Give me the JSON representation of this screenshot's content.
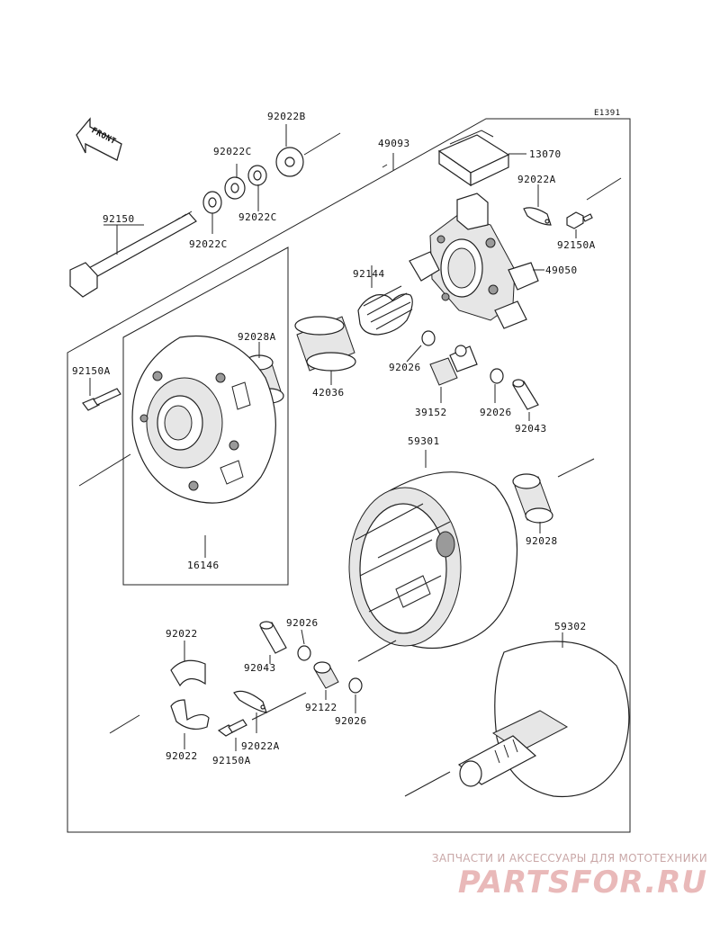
{
  "diagram_code": "E1391",
  "front_label": "FRONT",
  "part_numbers": {
    "p92022B": "92022B",
    "p92022C_top": "92022C",
    "p92022C_mid": "92022C",
    "p92022C_low": "92022C",
    "p92150": "92150",
    "p49093": "49093",
    "p13070": "13070",
    "p92022A_top": "92022A",
    "p92150A_top": "92150A",
    "p49050": "49050",
    "p92144": "92144",
    "p92028A": "92028A",
    "p92150A_left": "92150A",
    "p42036": "42036",
    "p92026_a": "92026",
    "p39152": "39152",
    "p92026_b": "92026",
    "p92043_a": "92043",
    "p59301": "59301",
    "p92028": "92028",
    "p16146": "16146",
    "p92022_top": "92022",
    "p92026_c": "92026",
    "p92043_b": "92043",
    "p92122": "92122",
    "p92026_d": "92026",
    "p92022_bottom": "92022",
    "p92022A_bottom": "92022A",
    "p92150A_bottom": "92150A",
    "p59302": "59302"
  },
  "watermark": {
    "tagline": "ЗАПЧАСТИ И АКСЕССУАРЫ ДЛЯ МОТОТЕХНИКИ",
    "logo": "PARTSFOR.RU"
  }
}
